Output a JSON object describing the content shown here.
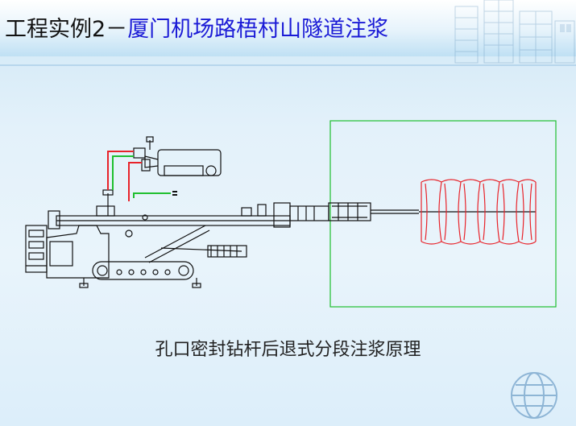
{
  "slide": {
    "title_prefix": "工程实例2－",
    "title_main": "厦门机场路梧村山隧道注浆",
    "caption": "孔口密封钻杆后退式分段注浆原理",
    "colors": {
      "title_main": "#1a1ad6",
      "grout_zone": "#1fbf2f",
      "grout_bulb": "#e8232a",
      "machine": "#101010"
    },
    "icons": [
      "building-watermark-icon",
      "company-logo-icon"
    ]
  }
}
